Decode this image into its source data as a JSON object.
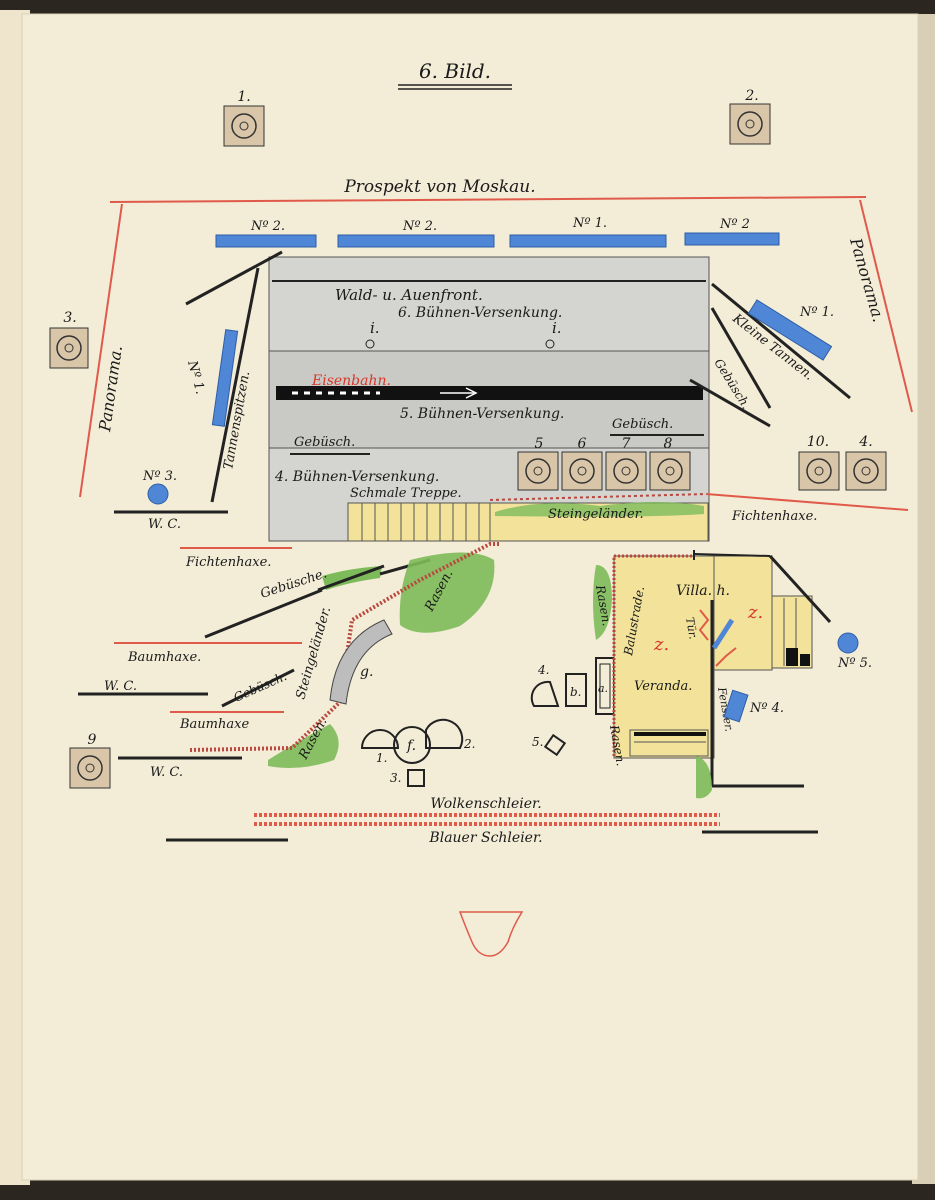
{
  "title": "6. Bild.",
  "prospekt": "Prospekt von Moskau.",
  "panorama_left": "Panorama.",
  "panorama_right": "Panorama.",
  "lights": [
    "1.",
    "2.",
    "3.",
    "5",
    "6",
    "7",
    "8",
    "10.",
    "4.",
    "9"
  ],
  "stage_labels": {
    "wald": "Wald- u. Auenfront.",
    "vers6": "6. Bühnen-Versenkung.",
    "i1": "i.",
    "i2": "i.",
    "eisenbahn": "Eisenbahn.",
    "vers5": "5. Bühnen-Versenkung.",
    "gebusch_a": "Gebüsch.",
    "gebusch_b": "Gebüsch.",
    "vers4": "4. Bühnen-Versenkung.",
    "treppe": "Schmale Treppe.",
    "steingelaender": "Steingeländer."
  },
  "wings": {
    "no2_a": "Nº 2.",
    "no2_b": "Nº 2.",
    "no1_a": "Nº 1.",
    "no2_c": "Nº 2",
    "no1_left": "Nº 1.",
    "no1_right": "Nº 1.",
    "no3": "Nº 3.",
    "no4": "Nº 4.",
    "no5": "Nº 5."
  },
  "left_labels": {
    "tannenspitzen": "Tannenspitzen.",
    "wc1": "W. C.",
    "fichtenhaxe": "Fichtenhaxe.",
    "gebusche": "Gebüsche.",
    "baumhaxe1": "Baumhaxe.",
    "wc2": "W. C.",
    "gebusch": "Gebüsch.",
    "baumhaxe2": "Baumhaxe",
    "wc3": "W. C.",
    "steingel": "Steingeländer.",
    "g": "g.",
    "rasen1": "Rasen.",
    "rasen2": "Rasen."
  },
  "right_labels": {
    "kleine_tannen": "Kleine Tannen.",
    "gebusch_r": "Gebüsch.",
    "fichtenhaxe_r": "Fichtenhaxe.",
    "villa": "Villa. h.",
    "z1": "z.",
    "z2": "z.",
    "tuer": "Tür.",
    "balustrade": "Balustrade.",
    "rasen_r1": "Rasen.",
    "veranda": "Veranda.",
    "fenster": "Fenster.",
    "rasen_r2": "Rasen."
  },
  "furniture": {
    "n4": "4.",
    "b": "b.",
    "a": "a.",
    "n5": "5.",
    "n1": "1.",
    "f": "f.",
    "n2": "2.",
    "n3": "3."
  },
  "bottom": {
    "wolkenschleier": "Wolkenschleier.",
    "blauer": "Blauer Schleier."
  },
  "colors": {
    "paper": "#f3ecd7",
    "blue_wing": "#4f86d6",
    "red_line": "#e05a4a",
    "stage_gray": "#d4d4d0",
    "yellow": "#f3e29a",
    "green": "#7dbb5a",
    "light_box": "#d9c6a8"
  }
}
